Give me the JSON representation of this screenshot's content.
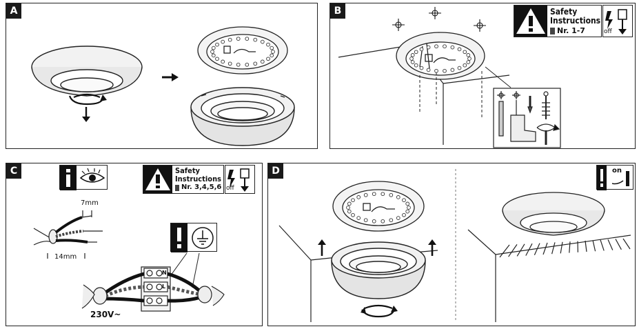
{
  "panels": {
    "a": {
      "label": "A"
    },
    "b": {
      "label": "B"
    },
    "c": {
      "label": "C"
    },
    "d": {
      "label": "D"
    }
  },
  "safety_b": {
    "title_line1": "Safety",
    "title_line2": "Instructions",
    "numbers": "Nr. 1-7",
    "off_label": "off"
  },
  "safety_c": {
    "title_line1": "Safety",
    "title_line2": "Instructions",
    "numbers": "Nr. 3,4,5,6",
    "off_label": "off"
  },
  "wiring": {
    "strip_short": "7mm",
    "strip_long": "14mm",
    "voltage": "230V~",
    "terminal_n": "N",
    "terminal_l": "L"
  },
  "panel_d": {
    "on_label": "on"
  },
  "colors": {
    "ink": "#1a1a1a",
    "paper": "#ffffff"
  }
}
